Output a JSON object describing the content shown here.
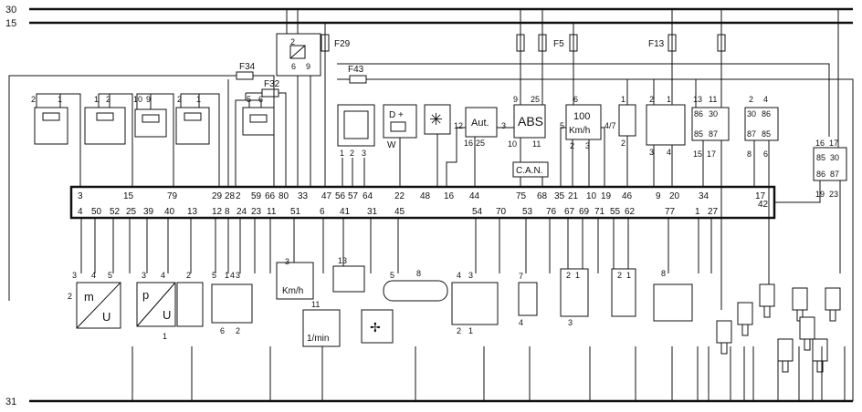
{
  "rails": {
    "top1": "30",
    "top2": "15",
    "bottom": "31"
  },
  "fuses": {
    "f29": "F29",
    "f34": "F34",
    "f32": "F32",
    "f43": "F43",
    "f5": "F5",
    "f13": "F13"
  },
  "ecu": {
    "top_pins": [
      "3",
      "15",
      "79",
      "29",
      "28",
      "2",
      "59",
      "66",
      "80",
      "33",
      "47",
      "56",
      "57",
      "64",
      "22",
      "48",
      "16",
      "44",
      "75",
      "68",
      "35",
      "21",
      "10",
      "19",
      "46",
      "9",
      "20",
      "34",
      "17"
    ],
    "bottom_pins": [
      "4",
      "50",
      "52",
      "25",
      "39",
      "40",
      "13",
      "12",
      "8",
      "24",
      "23",
      "11",
      "51",
      "6",
      "41",
      "31",
      "45",
      "54",
      "70",
      "53",
      "76",
      "67",
      "69",
      "71",
      "55",
      "62",
      "77",
      "1",
      "27"
    ],
    "side_pin": "42"
  },
  "components": {
    "abs": "ABS",
    "aut": "Aut.",
    "can": "C.A.N.",
    "speed_value": "100",
    "speed_unit": "Km/h",
    "dplus": "D +",
    "w": "W",
    "m": "m",
    "u1": "U",
    "p": "p",
    "u2": "U",
    "kmh_gauge": "Km/h",
    "rpm_gauge": "1/min"
  },
  "pin_labels": {
    "relay_top": [
      "2",
      "6",
      "9"
    ],
    "valves": [
      "2",
      "1",
      "1",
      "2",
      "10",
      "9",
      "2",
      "1",
      "5",
      "6"
    ],
    "coil": [
      "1",
      "2",
      "3"
    ],
    "aut_pins": [
      "12",
      "16",
      "25",
      "3",
      "10",
      "11"
    ],
    "abs_pins": [
      "9",
      "25"
    ],
    "speed_pins": [
      "6",
      "5",
      "2",
      "3",
      "4/7"
    ],
    "switch_pins": [
      "1",
      "2",
      "2",
      "1",
      "3",
      "4"
    ],
    "relay_right": [
      "13",
      "11",
      "86",
      "30",
      "85",
      "87",
      "15",
      "17",
      "2",
      "4",
      "30",
      "86",
      "87",
      "85",
      "8",
      "6"
    ],
    "relay_far": [
      "16",
      "17",
      "85",
      "30",
      "86",
      "87",
      "19",
      "23"
    ],
    "lower": [
      "3",
      "4",
      "5",
      "2",
      "3",
      "4",
      "2",
      "1",
      "5",
      "1",
      "4",
      "3",
      "6",
      "2",
      "3",
      "11",
      "13",
      "5",
      "8",
      "4",
      "3",
      "2",
      "1",
      "7",
      "4",
      "2",
      "1",
      "3",
      "2",
      "1",
      "8"
    ]
  }
}
